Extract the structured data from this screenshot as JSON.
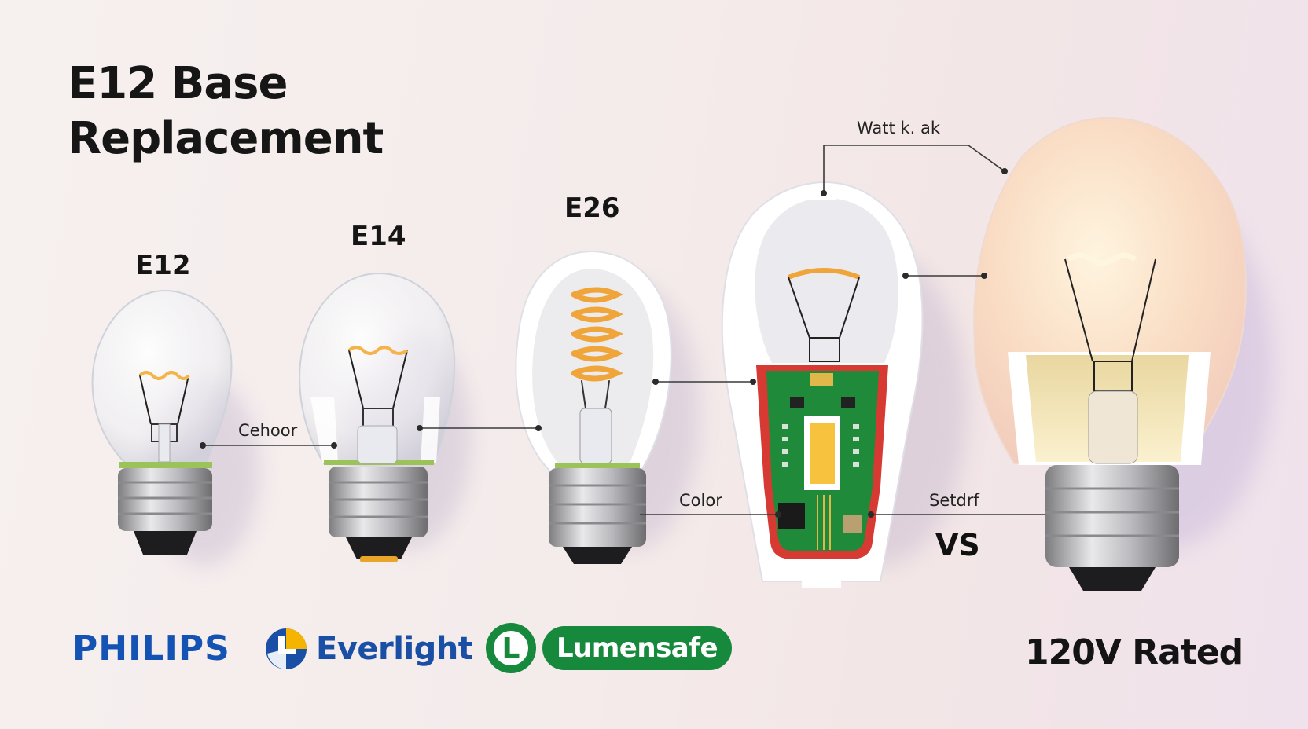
{
  "title": {
    "line1": "E12 Base",
    "line2": "Replacement"
  },
  "bulbs": [
    {
      "label": "E12"
    },
    {
      "label": "E14"
    },
    {
      "label": "E26"
    }
  ],
  "annotations": {
    "wattage": "Watt k. ak",
    "cehoor": "Cehoor",
    "color": "Color",
    "setdrf": "Setdrf"
  },
  "vs_label": "VS",
  "rated_label": "120V Rated",
  "brands": {
    "philips": "PHILIPS",
    "everlight": "Everlight",
    "lumensafe_mark": "L",
    "lumensafe": "Lumensafe"
  },
  "colors": {
    "philips_blue": "#1453b4",
    "everlight_blue": "#1a4fa6",
    "everlight_yellow": "#f5b400",
    "lumensafe_green": "#17893c",
    "pcb_green": "#1f8a3a",
    "housing_red": "#d63a32",
    "filament_orange": "#f0a53a"
  }
}
